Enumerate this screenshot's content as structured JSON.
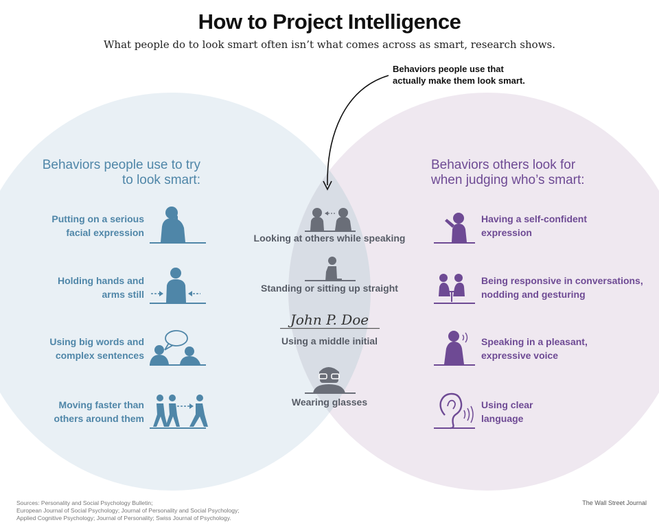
{
  "header": {
    "title": "How to Project Intelligence",
    "subtitle": "What people do to look smart often isn’t what comes across as smart, research shows."
  },
  "callout": {
    "line1": "Behaviors people use that",
    "line2": "actually make them look smart."
  },
  "left": {
    "heading_line1": "Behaviors people use to try",
    "heading_line2": "to look smart:",
    "items": [
      {
        "line1": "Putting on a serious",
        "line2": "facial expression",
        "icon": "thinking-person-icon"
      },
      {
        "line1": "Holding hands and",
        "line2": "arms still",
        "icon": "still-person-icon"
      },
      {
        "line1": "Using big words and",
        "line2": "complex sentences",
        "icon": "speech-bubble-people-icon"
      },
      {
        "line1": "Moving faster than",
        "line2": "others around them",
        "icon": "walking-people-icon"
      }
    ]
  },
  "center": {
    "items": [
      {
        "label": "Looking at others while speaking",
        "icon": "eye-contact-icon"
      },
      {
        "label": "Standing or sitting up straight",
        "icon": "sitting-person-icon"
      },
      {
        "label": "Using a middle initial",
        "icon": "signature-icon",
        "signature": "John P. Doe"
      },
      {
        "label": "Wearing glasses",
        "icon": "glasses-person-icon"
      }
    ]
  },
  "right": {
    "heading_line1": "Behaviors others look for",
    "heading_line2": "when judging who’s smart:",
    "items": [
      {
        "line1": "Having a self-confident",
        "line2": "expression",
        "icon": "confident-person-icon"
      },
      {
        "line1": "Being responsive in conversations,",
        "line2": "nodding and gesturing",
        "icon": "conversation-icon"
      },
      {
        "line1": "Speaking in a pleasant,",
        "line2": "expressive voice",
        "icon": "speaking-person-icon"
      },
      {
        "line1": "Using clear",
        "line2": "language",
        "icon": "ear-icon"
      }
    ]
  },
  "footer": {
    "sources_line1": "Sources: Personality and Social Psychology Bulletin;",
    "sources_line2": "European Journal of Social Psychology; Journal of Personality and Social Psychology;",
    "sources_line3": "Applied Cognitive Psychology; Journal of Personality; Swiss Journal of Psychology.",
    "credit": "The Wall Street Journal"
  },
  "colors": {
    "left_circle": "#e9f0f5",
    "right_circle": "#efe8f0",
    "overlap": "#d8dde5",
    "left_accent": "#4f86a8",
    "right_accent": "#6e4a94",
    "center_icon": "#6a6e78"
  }
}
